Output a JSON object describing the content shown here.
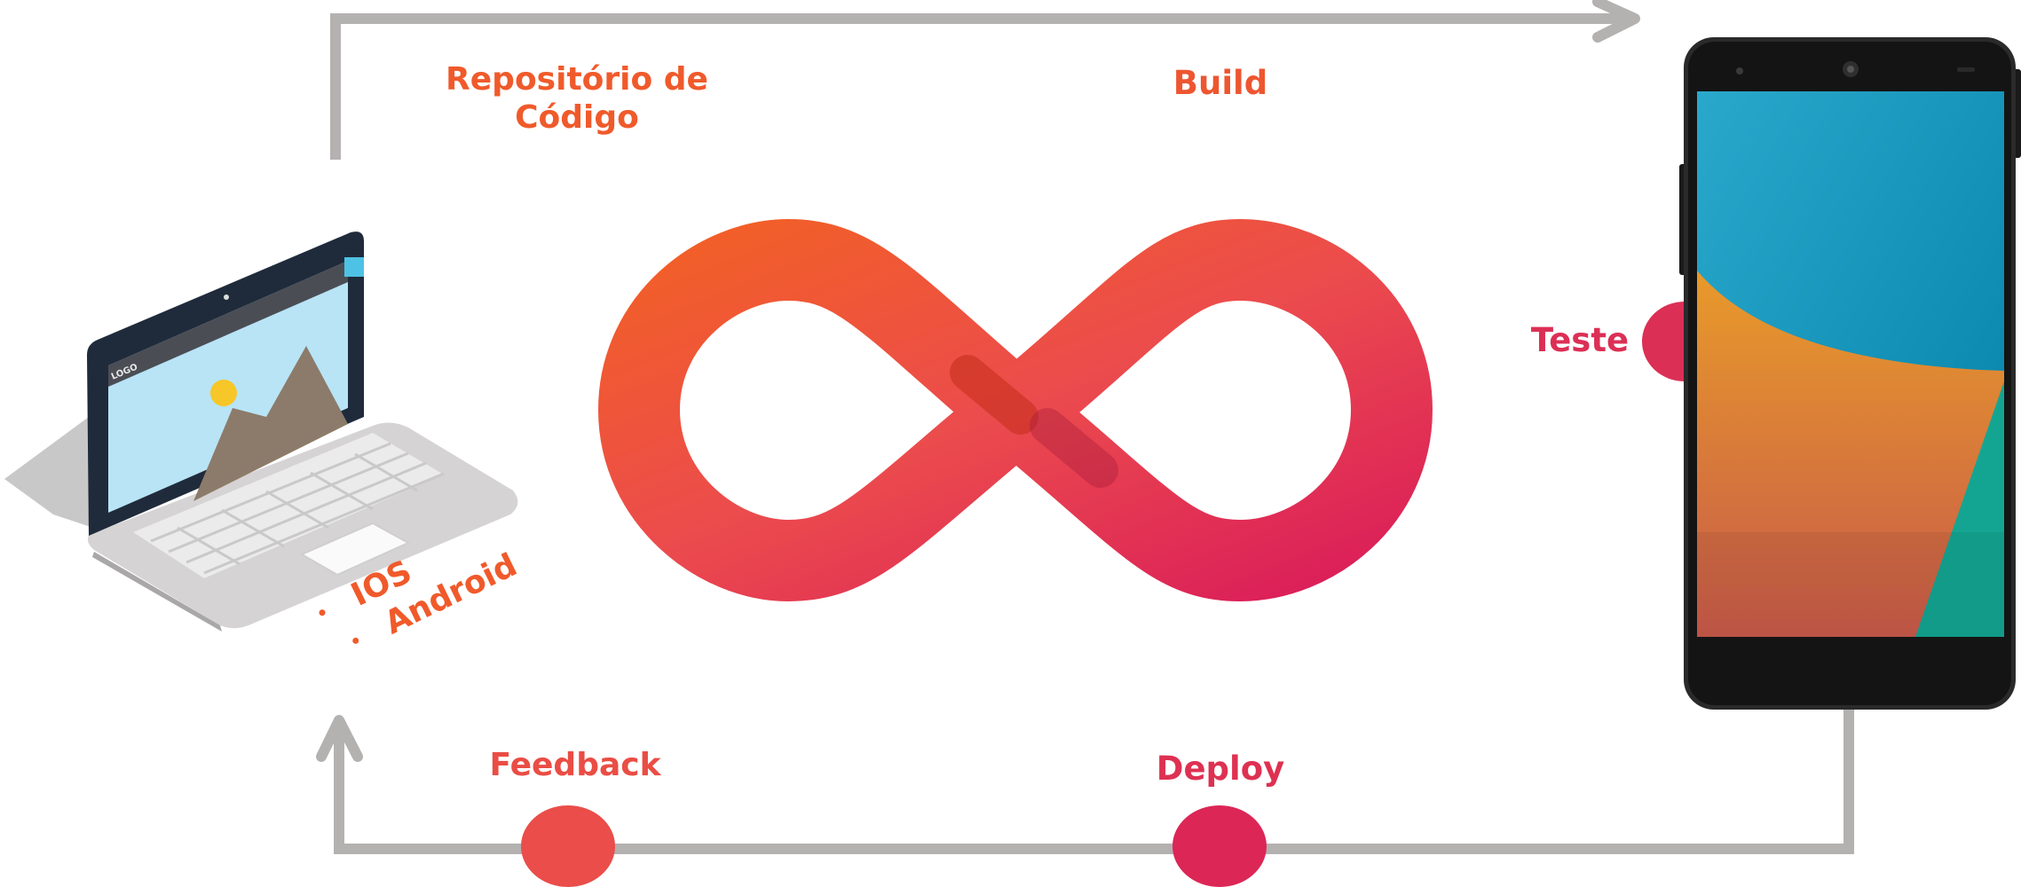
{
  "labels": {
    "repo_line1": "Repositório de",
    "repo_line2": "Código",
    "build": "Build",
    "teste": "Teste",
    "feedback": "Feedback",
    "deploy": "Deploy"
  },
  "platforms": [
    "IOS",
    "Android"
  ],
  "laptop": {
    "logo": "LOGO"
  },
  "colors": {
    "orange": "#f05a2b",
    "red": "#ea4d4a",
    "crimson": "#dc2656",
    "arrow_gray": "#b4b1b1"
  },
  "icons": [
    "laptop-icon",
    "smartphone-icon",
    "infinity-icon",
    "arrow-right-icon",
    "arrow-up-icon"
  ]
}
